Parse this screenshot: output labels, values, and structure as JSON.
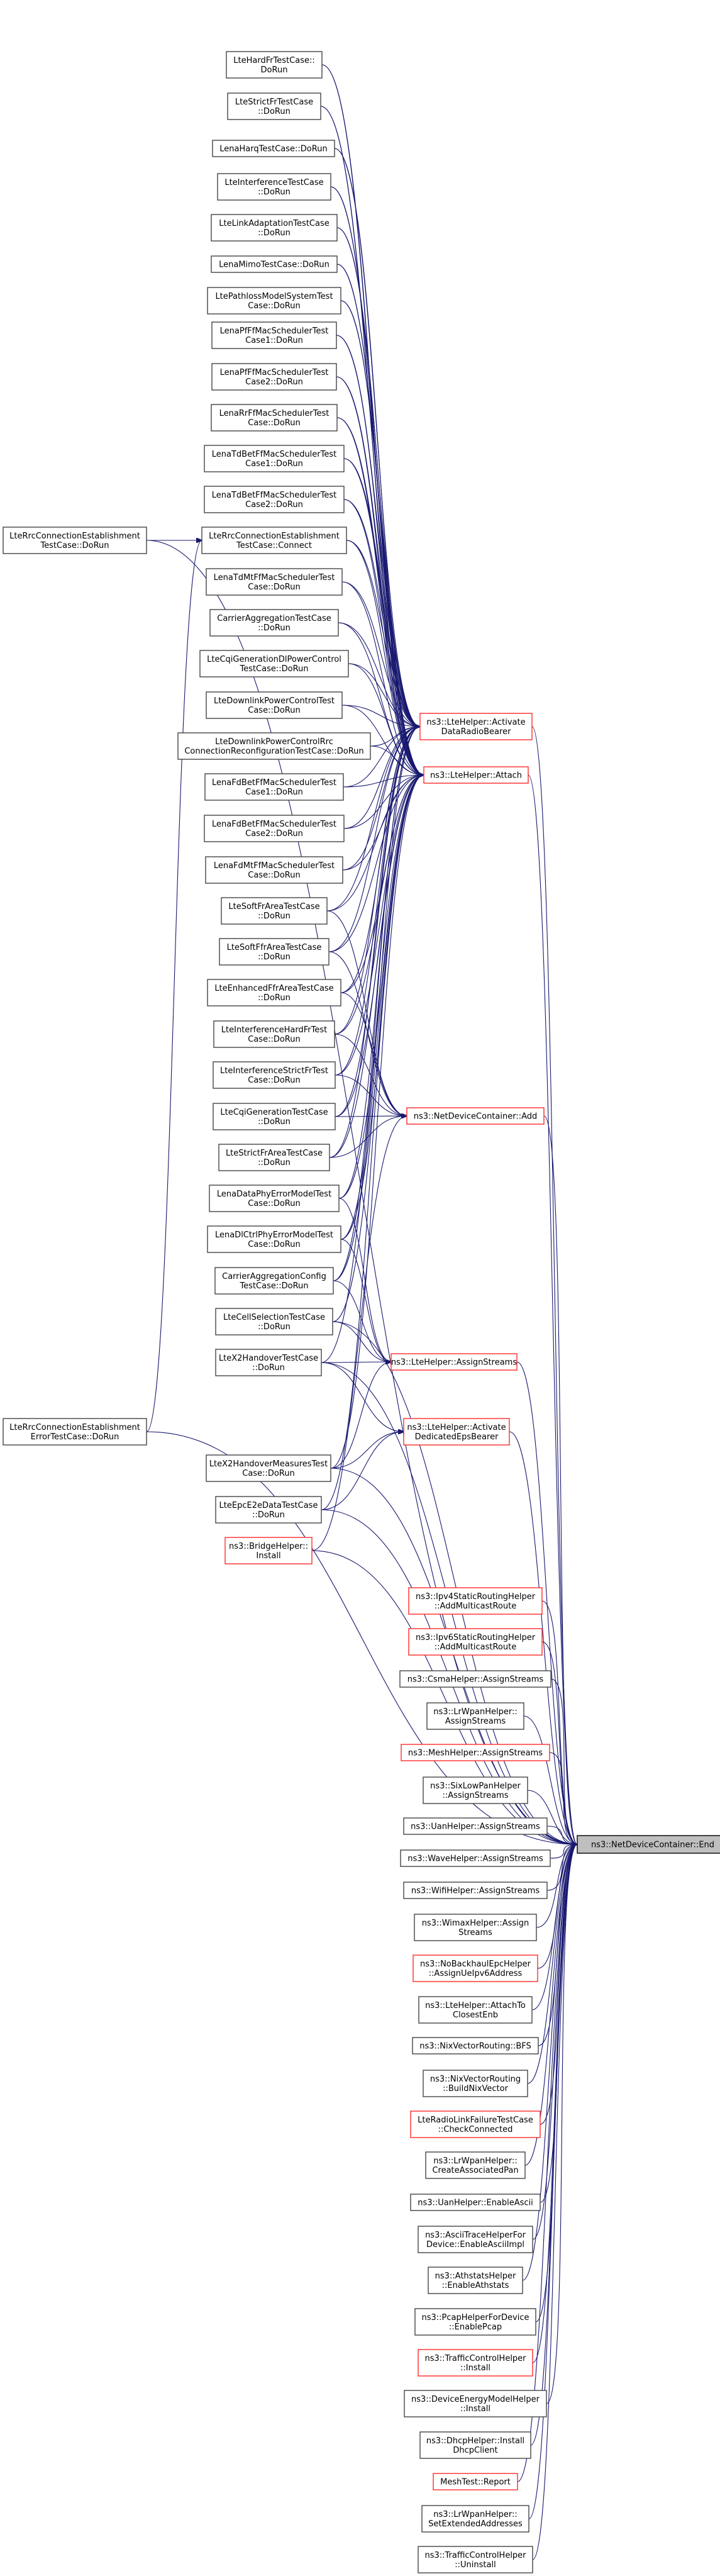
{
  "graph": {
    "type": "caller-graph",
    "target": "ns3::NetDeviceContainer::End",
    "colors": {
      "edge": "#191970",
      "border_default": "#444444",
      "border_truncated": "#ff2a2a",
      "root_fill": "#bfbfbf"
    },
    "nodes": [
      {
        "id": "end",
        "lines": [
          "ns3::NetDeviceContainer::End"
        ],
        "style": "root"
      },
      {
        "id": "activate_drb",
        "lines": [
          "ns3::LteHelper::Activate",
          "DataRadioBearer"
        ],
        "style": "red"
      },
      {
        "id": "attach",
        "lines": [
          "ns3::LteHelper::Attach"
        ],
        "style": "red"
      },
      {
        "id": "ndc_add",
        "lines": [
          "ns3::NetDeviceContainer::Add"
        ],
        "style": "red"
      },
      {
        "id": "lte_assign",
        "lines": [
          "ns3::LteHelper::AssignStreams"
        ],
        "style": "red"
      },
      {
        "id": "activate_eps",
        "lines": [
          "ns3::LteHelper::Activate",
          "DedicatedEpsBearer"
        ],
        "style": "red"
      },
      {
        "id": "rrc_doRun",
        "lines": [
          "LteRrcConnectionEstablishment",
          "TestCase::DoRun"
        ],
        "style": "normal"
      },
      {
        "id": "rrc_err",
        "lines": [
          "LteRrcConnectionEstablishment",
          "ErrorTestCase::DoRun"
        ],
        "style": "normal"
      },
      {
        "id": "rrc_connect",
        "lines": [
          "LteRrcConnectionEstablishment",
          "TestCase::Connect"
        ],
        "style": "normal"
      },
      {
        "id": "hardfr",
        "lines": [
          "LteHardFrTestCase::",
          "DoRun"
        ],
        "style": "normal"
      },
      {
        "id": "strictfr",
        "lines": [
          "LteStrictFrTestCase",
          "::DoRun"
        ],
        "style": "normal"
      },
      {
        "id": "harq",
        "lines": [
          "LenaHarqTestCase::DoRun"
        ],
        "style": "normal"
      },
      {
        "id": "interf",
        "lines": [
          "LteInterferenceTestCase",
          "::DoRun"
        ],
        "style": "normal"
      },
      {
        "id": "linkadapt",
        "lines": [
          "LteLinkAdaptationTestCase",
          "::DoRun"
        ],
        "style": "normal"
      },
      {
        "id": "mimo",
        "lines": [
          "LenaMimoTestCase::DoRun"
        ],
        "style": "normal"
      },
      {
        "id": "pathloss",
        "lines": [
          "LtePathlossModelSystemTest",
          "Case::DoRun"
        ],
        "style": "normal"
      },
      {
        "id": "pf1",
        "lines": [
          "LenaPfFfMacSchedulerTest",
          "Case1::DoRun"
        ],
        "style": "normal"
      },
      {
        "id": "pf2",
        "lines": [
          "LenaPfFfMacSchedulerTest",
          "Case2::DoRun"
        ],
        "style": "normal"
      },
      {
        "id": "rr",
        "lines": [
          "LenaRrFfMacSchedulerTest",
          "Case::DoRun"
        ],
        "style": "normal"
      },
      {
        "id": "tdbet1",
        "lines": [
          "LenaTdBetFfMacSchedulerTest",
          "Case1::DoRun"
        ],
        "style": "normal"
      },
      {
        "id": "tdbet2",
        "lines": [
          "LenaTdBetFfMacSchedulerTest",
          "Case2::DoRun"
        ],
        "style": "normal"
      },
      {
        "id": "tdmt",
        "lines": [
          "LenaTdMtFfMacSchedulerTest",
          "Case::DoRun"
        ],
        "style": "normal"
      },
      {
        "id": "carrieragg",
        "lines": [
          "CarrierAggregationTestCase",
          "::DoRun"
        ],
        "style": "normal"
      },
      {
        "id": "cqidlpc",
        "lines": [
          "LteCqiGenerationDlPowerControl",
          "TestCase::DoRun"
        ],
        "style": "normal"
      },
      {
        "id": "dlpc",
        "lines": [
          "LteDownlinkPowerControlTest",
          "Case::DoRun"
        ],
        "style": "normal"
      },
      {
        "id": "dlpcrrc",
        "lines": [
          "LteDownlinkPowerControlRrc",
          "ConnectionReconfigurationTestCase::DoRun"
        ],
        "style": "normal"
      },
      {
        "id": "fdbet1",
        "lines": [
          "LenaFdBetFfMacSchedulerTest",
          "Case1::DoRun"
        ],
        "style": "normal"
      },
      {
        "id": "fdbet2",
        "lines": [
          "LenaFdBetFfMacSchedulerTest",
          "Case2::DoRun"
        ],
        "style": "normal"
      },
      {
        "id": "fdmt",
        "lines": [
          "LenaFdMtFfMacSchedulerTest",
          "Case::DoRun"
        ],
        "style": "normal"
      },
      {
        "id": "softfr",
        "lines": [
          "LteSoftFrAreaTestCase",
          "::DoRun"
        ],
        "style": "normal"
      },
      {
        "id": "softffr",
        "lines": [
          "LteSoftFfrAreaTestCase",
          "::DoRun"
        ],
        "style": "normal"
      },
      {
        "id": "enhffr",
        "lines": [
          "LteEnhancedFfrAreaTestCase",
          "::DoRun"
        ],
        "style": "normal"
      },
      {
        "id": "interfhard",
        "lines": [
          "LteInterferenceHardFrTest",
          "Case::DoRun"
        ],
        "style": "normal"
      },
      {
        "id": "interfstrict",
        "lines": [
          "LteInterferenceStrictFrTest",
          "Case::DoRun"
        ],
        "style": "normal"
      },
      {
        "id": "cqigen",
        "lines": [
          "LteCqiGenerationTestCase",
          "::DoRun"
        ],
        "style": "normal"
      },
      {
        "id": "strictfrarea",
        "lines": [
          "LteStrictFrAreaTestCase",
          "::DoRun"
        ],
        "style": "normal"
      },
      {
        "id": "dataphy",
        "lines": [
          "LenaDataPhyErrorModelTest",
          "Case::DoRun"
        ],
        "style": "normal"
      },
      {
        "id": "dlctrl",
        "lines": [
          "LenaDlCtrlPhyErrorModelTest",
          "Case::DoRun"
        ],
        "style": "normal"
      },
      {
        "id": "caconfig",
        "lines": [
          "CarrierAggregationConfig",
          "TestCase::DoRun"
        ],
        "style": "normal"
      },
      {
        "id": "cellsel",
        "lines": [
          "LteCellSelectionTestCase",
          "::DoRun"
        ],
        "style": "normal"
      },
      {
        "id": "x2ho",
        "lines": [
          "LteX2HandoverTestCase",
          "::DoRun"
        ],
        "style": "normal"
      },
      {
        "id": "x2hom",
        "lines": [
          "LteX2HandoverMeasuresTest",
          "Case::DoRun"
        ],
        "style": "normal"
      },
      {
        "id": "epce2e",
        "lines": [
          "LteEpcE2eDataTestCase",
          "::DoRun"
        ],
        "style": "normal"
      },
      {
        "id": "bridge",
        "lines": [
          "ns3::BridgeHelper::",
          "Install"
        ],
        "style": "red"
      },
      {
        "id": "ipv4mc",
        "lines": [
          "ns3::Ipv4StaticRoutingHelper",
          "::AddMulticastRoute"
        ],
        "style": "red"
      },
      {
        "id": "ipv6mc",
        "lines": [
          "ns3::Ipv6StaticRoutingHelper",
          "::AddMulticastRoute"
        ],
        "style": "red"
      },
      {
        "id": "csma",
        "lines": [
          "ns3::CsmaHelper::AssignStreams"
        ],
        "style": "normal"
      },
      {
        "id": "lrwpan_as",
        "lines": [
          "ns3::LrWpanHelper::",
          "AssignStreams"
        ],
        "style": "normal"
      },
      {
        "id": "mesh_as",
        "lines": [
          "ns3::MeshHelper::AssignStreams"
        ],
        "style": "red"
      },
      {
        "id": "sixlow",
        "lines": [
          "ns3::SixLowPanHelper",
          "::AssignStreams"
        ],
        "style": "normal"
      },
      {
        "id": "uan_as",
        "lines": [
          "ns3::UanHelper::AssignStreams"
        ],
        "style": "normal"
      },
      {
        "id": "wave_as",
        "lines": [
          "ns3::WaveHelper::AssignStreams"
        ],
        "style": "normal"
      },
      {
        "id": "wifi_as",
        "lines": [
          "ns3::WifiHelper::AssignStreams"
        ],
        "style": "normal"
      },
      {
        "id": "wimax_as",
        "lines": [
          "ns3::WimaxHelper::Assign",
          "Streams"
        ],
        "style": "normal"
      },
      {
        "id": "nobackhaul",
        "lines": [
          "ns3::NoBackhaulEpcHelper",
          "::AssignUeIpv6Address"
        ],
        "style": "red"
      },
      {
        "id": "attachclosest",
        "lines": [
          "ns3::LteHelper::AttachTo",
          "ClosestEnb"
        ],
        "style": "normal"
      },
      {
        "id": "nixbfs",
        "lines": [
          "ns3::NixVectorRouting::BFS"
        ],
        "style": "normal"
      },
      {
        "id": "nixbuild",
        "lines": [
          "ns3::NixVectorRouting",
          "::BuildNixVector"
        ],
        "style": "normal"
      },
      {
        "id": "rlf",
        "lines": [
          "LteRadioLinkFailureTestCase",
          "::CheckConnected"
        ],
        "style": "red"
      },
      {
        "id": "lrwpan_pan",
        "lines": [
          "ns3::LrWpanHelper::",
          "CreateAssociatedPan"
        ],
        "style": "normal"
      },
      {
        "id": "uan_ascii",
        "lines": [
          "ns3::UanHelper::EnableAscii"
        ],
        "style": "normal"
      },
      {
        "id": "asciitrace",
        "lines": [
          "ns3::AsciiTraceHelperFor",
          "Device::EnableAsciiImpl"
        ],
        "style": "normal"
      },
      {
        "id": "athstats",
        "lines": [
          "ns3::AthstatsHelper",
          "::EnableAthstats"
        ],
        "style": "normal"
      },
      {
        "id": "pcap",
        "lines": [
          "ns3::PcapHelperForDevice",
          "::EnablePcap"
        ],
        "style": "normal"
      },
      {
        "id": "tc_install",
        "lines": [
          "ns3::TrafficControlHelper",
          "::Install"
        ],
        "style": "red"
      },
      {
        "id": "energy",
        "lines": [
          "ns3::DeviceEnergyModelHelper",
          "::Install"
        ],
        "style": "normal"
      },
      {
        "id": "dhcp",
        "lines": [
          "ns3::DhcpHelper::Install",
          "DhcpClient"
        ],
        "style": "normal"
      },
      {
        "id": "meshreport",
        "lines": [
          "MeshTest::Report"
        ],
        "style": "red"
      },
      {
        "id": "lrwpan_ext",
        "lines": [
          "ns3::LrWpanHelper::",
          "SetExtendedAddresses"
        ],
        "style": "normal"
      },
      {
        "id": "tc_uninstall",
        "lines": [
          "ns3::TrafficControlHelper",
          "::Uninstall"
        ],
        "style": "normal"
      }
    ],
    "edges": [
      [
        "activate_drb",
        "end"
      ],
      [
        "attach",
        "end"
      ],
      [
        "ndc_add",
        "end"
      ],
      [
        "lte_assign",
        "end"
      ],
      [
        "activate_eps",
        "end"
      ],
      [
        "rrc_doRun",
        "rrc_connect"
      ],
      [
        "rrc_err",
        "rrc_connect"
      ],
      [
        "rrc_doRun",
        "end"
      ],
      [
        "rrc_err",
        "end"
      ],
      [
        "rrc_connect",
        "activate_drb"
      ],
      [
        "rrc_connect",
        "attach"
      ],
      [
        "hardfr",
        "activate_drb"
      ],
      [
        "hardfr",
        "attach"
      ],
      [
        "strictfr",
        "activate_drb"
      ],
      [
        "strictfr",
        "attach"
      ],
      [
        "harq",
        "activate_drb"
      ],
      [
        "harq",
        "attach"
      ],
      [
        "interf",
        "activate_drb"
      ],
      [
        "interf",
        "attach"
      ],
      [
        "linkadapt",
        "activate_drb"
      ],
      [
        "linkadapt",
        "attach"
      ],
      [
        "mimo",
        "activate_drb"
      ],
      [
        "mimo",
        "attach"
      ],
      [
        "pathloss",
        "activate_drb"
      ],
      [
        "pathloss",
        "attach"
      ],
      [
        "pf1",
        "activate_drb"
      ],
      [
        "pf1",
        "attach"
      ],
      [
        "pf2",
        "activate_drb"
      ],
      [
        "pf2",
        "attach"
      ],
      [
        "rr",
        "activate_drb"
      ],
      [
        "rr",
        "attach"
      ],
      [
        "tdbet1",
        "activate_drb"
      ],
      [
        "tdbet1",
        "attach"
      ],
      [
        "tdbet2",
        "activate_drb"
      ],
      [
        "tdbet2",
        "attach"
      ],
      [
        "tdmt",
        "activate_drb"
      ],
      [
        "tdmt",
        "attach"
      ],
      [
        "carrieragg",
        "activate_drb"
      ],
      [
        "carrieragg",
        "attach"
      ],
      [
        "cqidlpc",
        "activate_drb"
      ],
      [
        "cqidlpc",
        "attach"
      ],
      [
        "dlpc",
        "activate_drb"
      ],
      [
        "dlpc",
        "attach"
      ],
      [
        "dlpcrrc",
        "activate_drb"
      ],
      [
        "dlpcrrc",
        "attach"
      ],
      [
        "fdbet1",
        "activate_drb"
      ],
      [
        "fdbet1",
        "attach"
      ],
      [
        "fdbet2",
        "activate_drb"
      ],
      [
        "fdbet2",
        "attach"
      ],
      [
        "fdmt",
        "activate_drb"
      ],
      [
        "fdmt",
        "attach"
      ],
      [
        "softfr",
        "activate_drb"
      ],
      [
        "softfr",
        "attach"
      ],
      [
        "softfr",
        "ndc_add"
      ],
      [
        "softffr",
        "activate_drb"
      ],
      [
        "softffr",
        "attach"
      ],
      [
        "softffr",
        "ndc_add"
      ],
      [
        "enhffr",
        "activate_drb"
      ],
      [
        "enhffr",
        "attach"
      ],
      [
        "enhffr",
        "ndc_add"
      ],
      [
        "interfhard",
        "activate_drb"
      ],
      [
        "interfhard",
        "attach"
      ],
      [
        "interfhard",
        "ndc_add"
      ],
      [
        "interfstrict",
        "activate_drb"
      ],
      [
        "interfstrict",
        "attach"
      ],
      [
        "interfstrict",
        "ndc_add"
      ],
      [
        "cqigen",
        "activate_drb"
      ],
      [
        "cqigen",
        "attach"
      ],
      [
        "cqigen",
        "ndc_add"
      ],
      [
        "strictfrarea",
        "activate_drb"
      ],
      [
        "strictfrarea",
        "attach"
      ],
      [
        "strictfrarea",
        "ndc_add"
      ],
      [
        "dataphy",
        "activate_drb"
      ],
      [
        "dataphy",
        "attach"
      ],
      [
        "dataphy",
        "lte_assign"
      ],
      [
        "dlctrl",
        "activate_drb"
      ],
      [
        "dlctrl",
        "attach"
      ],
      [
        "dlctrl",
        "lte_assign"
      ],
      [
        "caconfig",
        "activate_drb"
      ],
      [
        "caconfig",
        "attach"
      ],
      [
        "caconfig",
        "lte_assign"
      ],
      [
        "cellsel",
        "attach"
      ],
      [
        "cellsel",
        "lte_assign"
      ],
      [
        "cellsel",
        "end"
      ],
      [
        "x2ho",
        "attach"
      ],
      [
        "x2ho",
        "lte_assign"
      ],
      [
        "x2ho",
        "activate_eps"
      ],
      [
        "x2ho",
        "end"
      ],
      [
        "x2hom",
        "attach"
      ],
      [
        "x2hom",
        "lte_assign"
      ],
      [
        "x2hom",
        "activate_eps"
      ],
      [
        "x2hom",
        "end"
      ],
      [
        "epce2e",
        "attach"
      ],
      [
        "epce2e",
        "activate_eps"
      ],
      [
        "epce2e",
        "end"
      ],
      [
        "bridge",
        "ndc_add"
      ],
      [
        "bridge",
        "end"
      ],
      [
        "ipv4mc",
        "end"
      ],
      [
        "ipv6mc",
        "end"
      ],
      [
        "csma",
        "end"
      ],
      [
        "lrwpan_as",
        "end"
      ],
      [
        "mesh_as",
        "end"
      ],
      [
        "sixlow",
        "end"
      ],
      [
        "uan_as",
        "end"
      ],
      [
        "wave_as",
        "end"
      ],
      [
        "wifi_as",
        "end"
      ],
      [
        "wimax_as",
        "end"
      ],
      [
        "nobackhaul",
        "end"
      ],
      [
        "attachclosest",
        "end"
      ],
      [
        "nixbfs",
        "end"
      ],
      [
        "nixbuild",
        "end"
      ],
      [
        "rlf",
        "end"
      ],
      [
        "lrwpan_pan",
        "end"
      ],
      [
        "uan_ascii",
        "end"
      ],
      [
        "asciitrace",
        "end"
      ],
      [
        "athstats",
        "end"
      ],
      [
        "pcap",
        "end"
      ],
      [
        "tc_install",
        "end"
      ],
      [
        "energy",
        "end"
      ],
      [
        "dhcp",
        "end"
      ],
      [
        "meshreport",
        "end"
      ],
      [
        "lrwpan_ext",
        "end"
      ],
      [
        "tc_uninstall",
        "end"
      ]
    ]
  }
}
